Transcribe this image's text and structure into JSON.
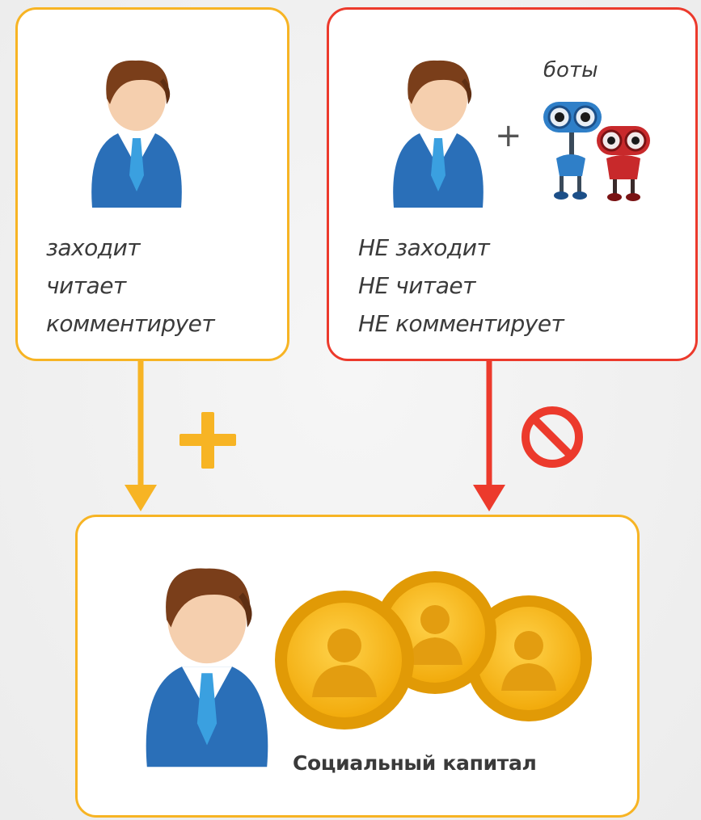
{
  "left_panel": {
    "actions": [
      "заходит",
      "читает",
      "комментирует"
    ]
  },
  "right_panel": {
    "bots_label": "боты",
    "plus_symbol": "+",
    "actions": [
      "НЕ заходит",
      "НЕ читает",
      "НЕ комментирует"
    ]
  },
  "bottom_panel": {
    "label": "Социальный капитал"
  },
  "colors": {
    "positive": "#f7b424",
    "negative": "#ec3a2c"
  }
}
